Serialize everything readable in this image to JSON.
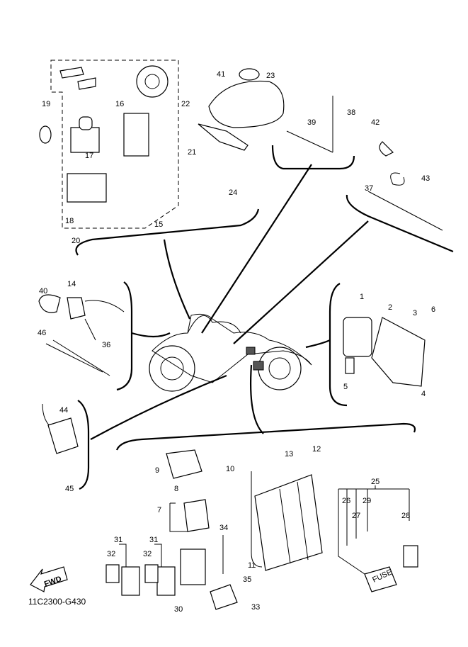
{
  "diagram_code": "11C2300-G430",
  "direction_arrow": "FWD",
  "fuse_box_marking": "FUSE",
  "colors": {
    "line": "#000000",
    "background": "#ffffff"
  },
  "part_labels": [
    "41",
    "23",
    "19",
    "16",
    "22",
    "38",
    "39",
    "42",
    "17",
    "21",
    "24",
    "37",
    "43",
    "18",
    "15",
    "20",
    "40",
    "14",
    "1",
    "2",
    "3",
    "6",
    "46",
    "36",
    "5",
    "4",
    "44",
    "13",
    "12",
    "10",
    "9",
    "25",
    "8",
    "26",
    "27",
    "29",
    "28",
    "7",
    "45",
    "34",
    "31",
    "31",
    "32",
    "32",
    "11",
    "35",
    "30",
    "33"
  ]
}
